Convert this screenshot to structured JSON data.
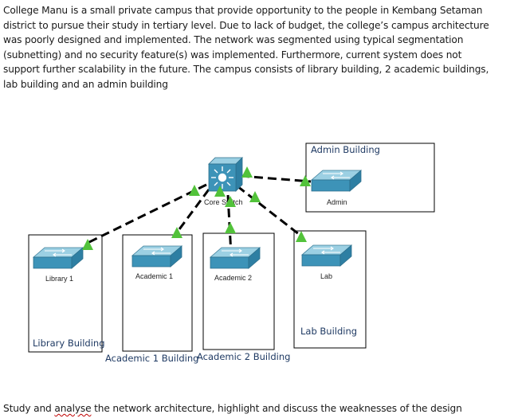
{
  "intro_lines": [
    "College Manu is a small private campus that provide opportunity to the people in Kembang Setaman",
    "district to pursue their study in tertiary level. Due to lack of budget, the college’s campus architecture",
    "was poorly designed and implemented. The network was segmented using typical segmentation",
    "(subnetting) and no security feature(s) was implemented. Furthermore, current system does not",
    "support further scalability in the future. The campus consists of library building, 2 academic buildings,",
    "lab building and an admin building"
  ],
  "diagram": {
    "buildings": {
      "admin": "Admin Building",
      "library": "Library Building",
      "academic1": "Academic 1 Building",
      "academic2": "Academic 2 Building",
      "lab": "Lab Building"
    },
    "devices": {
      "core": "Core Switch",
      "admin": "Admin",
      "library": "Library 1",
      "academic1": "Academic 1",
      "academic2": "Academic 2",
      "lab": "Lab"
    },
    "colors": {
      "switch_body": "#3d93b8",
      "switch_top": "#9cd0e3",
      "link_up_marker": "#52c23a",
      "building_label": "#1f3a63"
    }
  },
  "question": {
    "before": "Study and ",
    "flagged_word": "analyse",
    "after": " the network architecture, highlight and discuss the weaknesses of the design"
  }
}
